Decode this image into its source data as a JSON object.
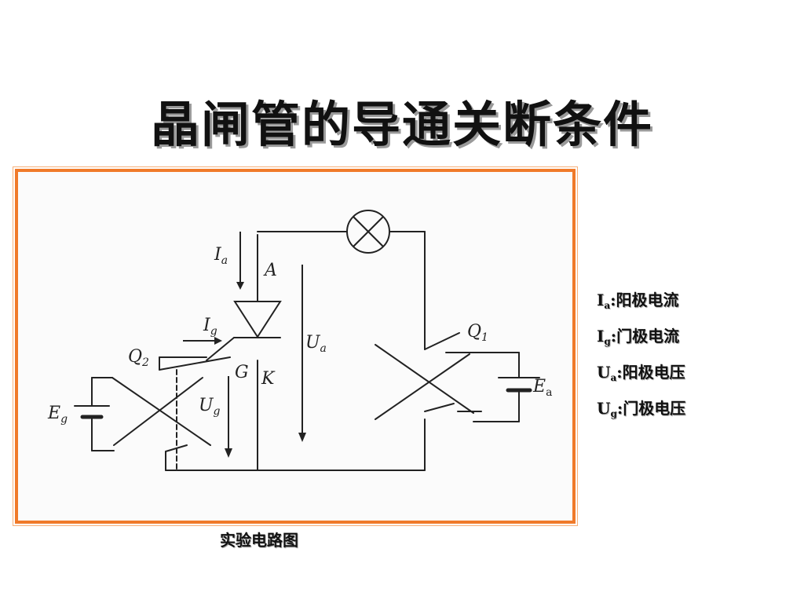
{
  "title": "晶闸管的导通关断条件",
  "caption": "实验电路图",
  "diagram": {
    "labels": {
      "ia": {
        "main": "I",
        "sub": "a"
      },
      "ig": {
        "main": "I",
        "sub": "g"
      },
      "ua": {
        "main": "U",
        "sub": "a"
      },
      "ug": {
        "main": "U",
        "sub": "g"
      },
      "eg": {
        "main": "E",
        "sub": "g"
      },
      "ea": {
        "main": "E",
        "sub": "a"
      },
      "q1": {
        "main": "Q",
        "sub": "1"
      },
      "q2": {
        "main": "Q",
        "sub": "2"
      },
      "anode": "A",
      "gate": "G",
      "cathode": "K"
    }
  },
  "legend": [
    {
      "sym": "I",
      "sub": "a",
      "text": ":阳极电流"
    },
    {
      "sym": "I",
      "sub": "g",
      "text": ":门极电流"
    },
    {
      "sym": "U",
      "sub": "a",
      "text": ":阳极电压"
    },
    {
      "sym": "U",
      "sub": "g",
      "text": ":门极电压"
    }
  ],
  "colors": {
    "frame": "#f07a2a",
    "line": "#222222"
  }
}
